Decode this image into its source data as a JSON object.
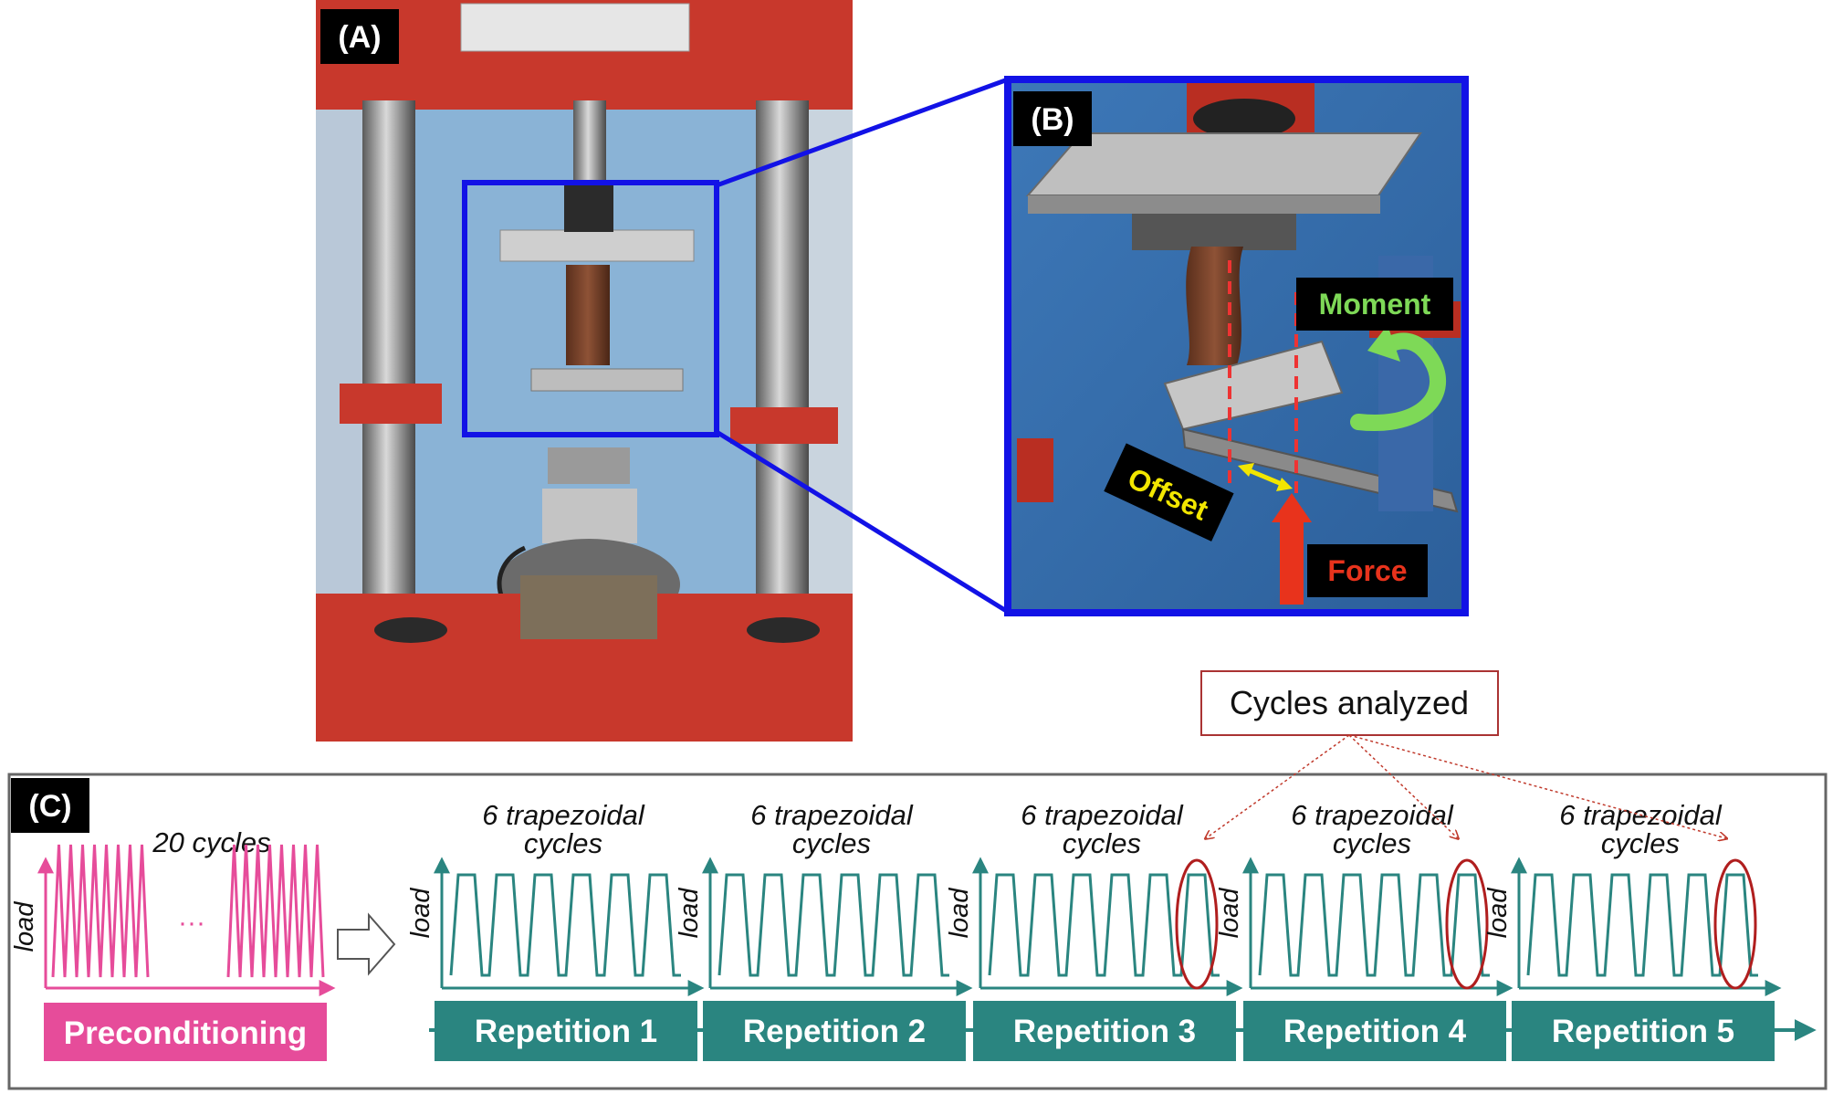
{
  "panels": {
    "a": {
      "tag": "(A)"
    },
    "b": {
      "tag": "(B)"
    },
    "c": {
      "tag": "(C)"
    }
  },
  "annotations": {
    "moment": "Moment",
    "offset": "Offset",
    "force": "Force"
  },
  "colors": {
    "zoom_frame": "#1212e6",
    "preconditioning": "#e64c9a",
    "repetition": "#2a8580",
    "highlight_ellipse": "#b01e1e",
    "moment_text": "#7ed957",
    "offset_text": "#f2e600",
    "force_text": "#e8331c"
  },
  "preconditioning": {
    "cycles_label": "20 cycles",
    "axis_label": "load",
    "ellipsis": "···",
    "bar_label": "Preconditioning"
  },
  "repetitions": [
    {
      "title_line1": "6 trapezoidal",
      "title_line2": "cycles",
      "axis_label": "load",
      "bar_label": "Repetition 1",
      "analyzed": false
    },
    {
      "title_line1": "6 trapezoidal",
      "title_line2": "cycles",
      "axis_label": "load",
      "bar_label": "Repetition 2",
      "analyzed": false
    },
    {
      "title_line1": "6 trapezoidal",
      "title_line2": "cycles",
      "axis_label": "load",
      "bar_label": "Repetition 3",
      "analyzed": true
    },
    {
      "title_line1": "6 trapezoidal",
      "title_line2": "cycles",
      "axis_label": "load",
      "bar_label": "Repetition 4",
      "analyzed": true
    },
    {
      "title_line1": "6 trapezoidal",
      "title_line2": "cycles",
      "axis_label": "load",
      "bar_label": "Repetition 5",
      "analyzed": true
    }
  ],
  "cycles_analyzed": "Cycles analyzed"
}
